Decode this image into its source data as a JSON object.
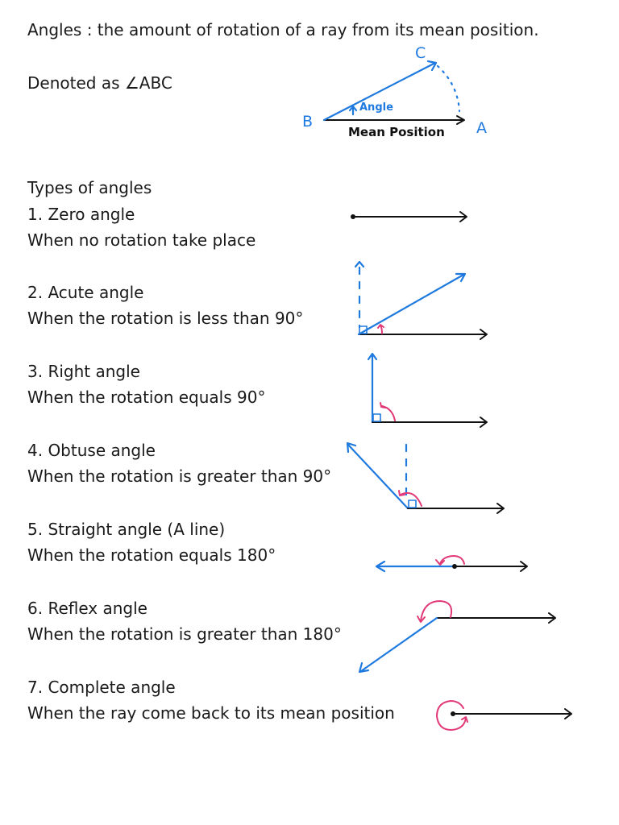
{
  "header": {
    "definition": "Angles : the amount of rotation of a ray from its mean position.",
    "denoted": "Denoted as ∠ABC"
  },
  "diagram": {
    "label_b": "B",
    "label_c": "C",
    "label_a": "A",
    "label_angle": "Angle",
    "label_mean": "Mean Position"
  },
  "types_heading": "Types of angles",
  "types": [
    {
      "title": "1. Zero angle",
      "desc": "When no rotation take place"
    },
    {
      "title": "2. Acute angle",
      "desc": "When the rotation is less than 90°"
    },
    {
      "title": "3. Right angle",
      "desc": "When the rotation equals 90°"
    },
    {
      "title": "4. Obtuse angle",
      "desc": "When the rotation is greater than 90°"
    },
    {
      "title": "5. Straight angle (A line)",
      "desc": "When the rotation equals 180°"
    },
    {
      "title": "6. Reflex angle",
      "desc": "When the rotation is greater than 180°"
    },
    {
      "title": "7. Complete angle",
      "desc": "When the ray come back to its mean position"
    }
  ],
  "colors": {
    "ray": "#1f7ae0",
    "arm": "#111111",
    "rotation": "#e23a78"
  }
}
